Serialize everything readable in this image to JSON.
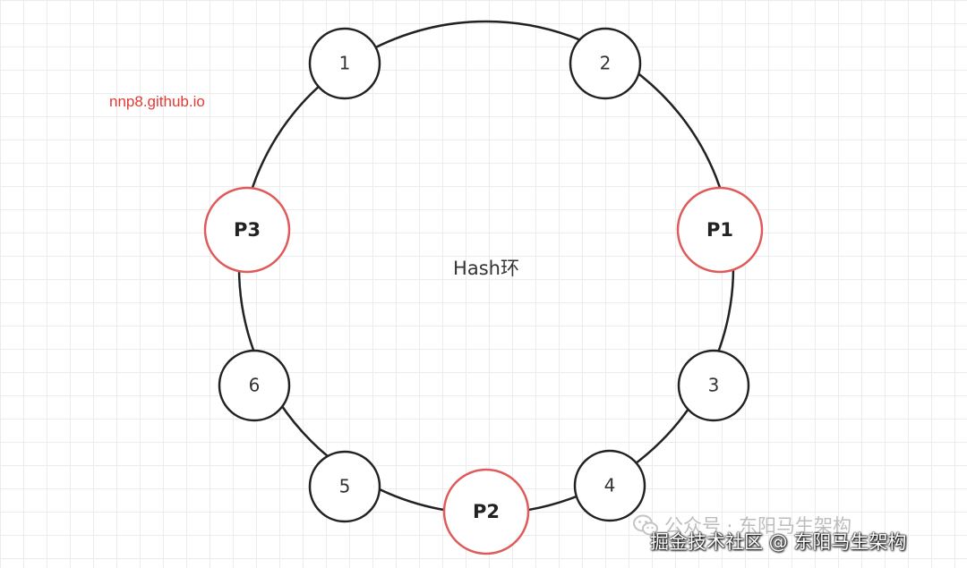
{
  "diagram": {
    "center_label": "Hash环",
    "source_note": "nnp8.github.io",
    "colors": {
      "ring": "#222222",
      "node_border": "#222222",
      "primary_border": "#e05a5a",
      "note": "#e53935"
    },
    "nodes": [
      {
        "id": "node-1",
        "label": "1",
        "primary": false
      },
      {
        "id": "node-2",
        "label": "2",
        "primary": false
      },
      {
        "id": "node-p1",
        "label": "P1",
        "primary": true
      },
      {
        "id": "node-3",
        "label": "3",
        "primary": false
      },
      {
        "id": "node-4",
        "label": "4",
        "primary": false
      },
      {
        "id": "node-p2",
        "label": "P2",
        "primary": true
      },
      {
        "id": "node-5",
        "label": "5",
        "primary": false
      },
      {
        "id": "node-6",
        "label": "6",
        "primary": false
      },
      {
        "id": "node-p3",
        "label": "P3",
        "primary": true
      }
    ]
  },
  "watermark": {
    "wechat_text": "公众号 · 东阳马生架构",
    "credit_text": "掘金技术社区 @ 东阳马生架构",
    "icon": "wechat-icon"
  }
}
